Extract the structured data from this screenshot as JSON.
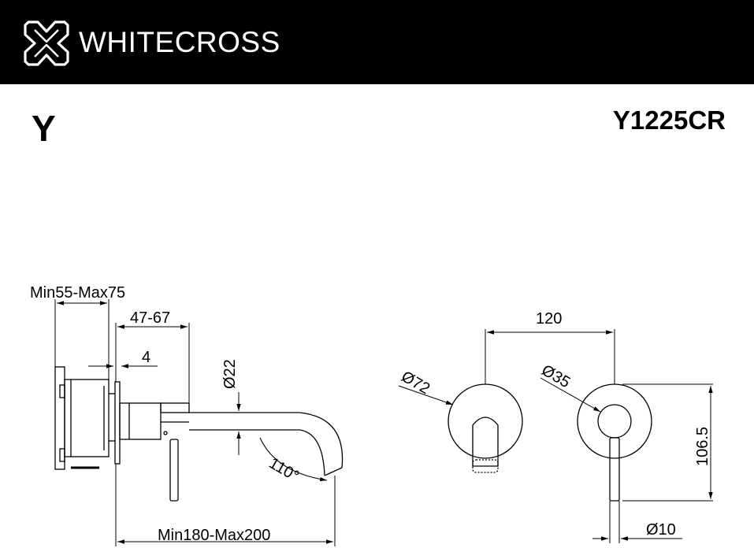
{
  "header": {
    "brand_name": "WHITECROSS",
    "background": "#000000",
    "text_color": "#ffffff",
    "logo_icon": "cross-logo-icon"
  },
  "product": {
    "series_letter": "Y",
    "code": "Y1225CR"
  },
  "dimensions": {
    "wall_depth": "Min55-Max75",
    "body_depth": "47-67",
    "plate_thickness": "4",
    "spout_diameter": "Ø22",
    "spout_angle": "110°",
    "spout_reach": "Min180-Max200",
    "spout_plate_diameter": "Ø72",
    "centres": "120",
    "handle_plate_diameter": "Ø35",
    "height": "106.5",
    "lever_diameter": "Ø10"
  }
}
